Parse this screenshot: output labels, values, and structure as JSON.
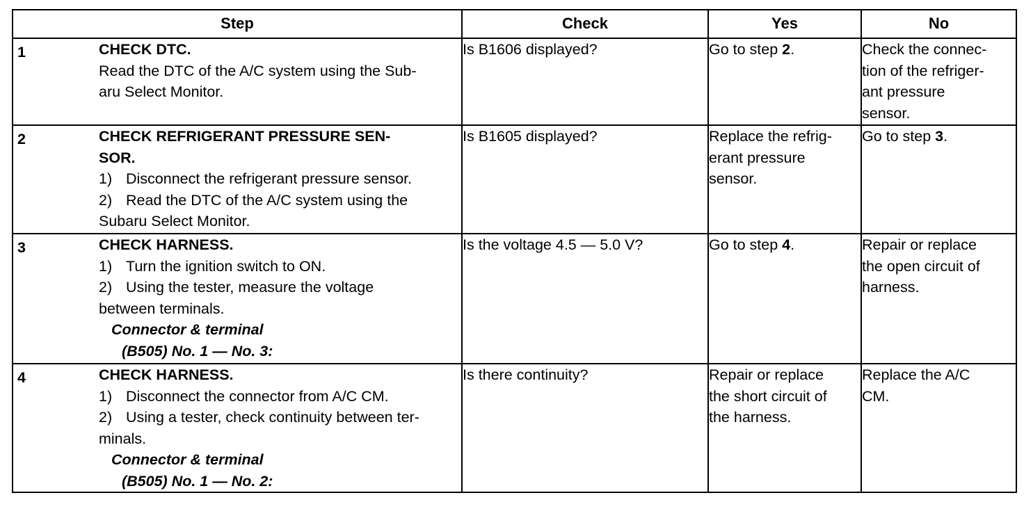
{
  "table": {
    "headers": {
      "step": "Step",
      "check": "Check",
      "yes": "Yes",
      "no": "No"
    },
    "rows": [
      {
        "num": "1",
        "title": "CHECK DTC.",
        "lines": [
          "Read the DTC of the A/C system using the Sub-",
          "aru Select Monitor."
        ],
        "check": "Is B1606 displayed?",
        "yes_prefix": "Go to step ",
        "yes_bold": "2",
        "yes_suffix": ".",
        "no_lines": [
          "Check the connec-",
          "tion of the refriger-",
          "ant pressure",
          "sensor."
        ]
      },
      {
        "num": "2",
        "title_lines": [
          "CHECK REFRIGERANT PRESSURE SEN-",
          "SOR."
        ],
        "sub1_num": "1)",
        "sub1_text": "Disconnect the refrigerant pressure sensor.",
        "sub2_num": "2)",
        "sub2_text": "Read the DTC of the A/C system using the",
        "sub2_cont": "Subaru Select Monitor.",
        "check": "Is B1605 displayed?",
        "yes_lines": [
          "Replace the refrig-",
          "erant pressure",
          "sensor."
        ],
        "no_prefix": "Go to step ",
        "no_bold": "3",
        "no_suffix": "."
      },
      {
        "num": "3",
        "title": "CHECK HARNESS.",
        "sub1_num": "1)",
        "sub1_text": "Turn the ignition switch to ON.",
        "sub2_num": "2)",
        "sub2_text": "Using the tester, measure the voltage",
        "sub2_cont": "between terminals.",
        "conn_label": "Connector & terminal",
        "conn_value": "(B505) No. 1 — No. 3:",
        "check": "Is the voltage 4.5 — 5.0 V?",
        "yes_prefix": "Go to step ",
        "yes_bold": "4",
        "yes_suffix": ".",
        "no_lines": [
          "Repair or replace",
          "the open circuit of",
          "harness."
        ]
      },
      {
        "num": "4",
        "title": "CHECK HARNESS.",
        "sub1_num": "1)",
        "sub1_text": "Disconnect the connector from A/C CM.",
        "sub2_num": "2)",
        "sub2_text": "Using a tester, check continuity between ter-",
        "sub2_cont": "minals.",
        "conn_label": "Connector & terminal",
        "conn_value": "(B505) No. 1 — No. 2:",
        "check": "Is there continuity?",
        "yes_lines": [
          "Repair or replace",
          "the short circuit of",
          "the harness."
        ],
        "no_lines": [
          "Replace the A/C",
          "CM."
        ]
      }
    ]
  }
}
